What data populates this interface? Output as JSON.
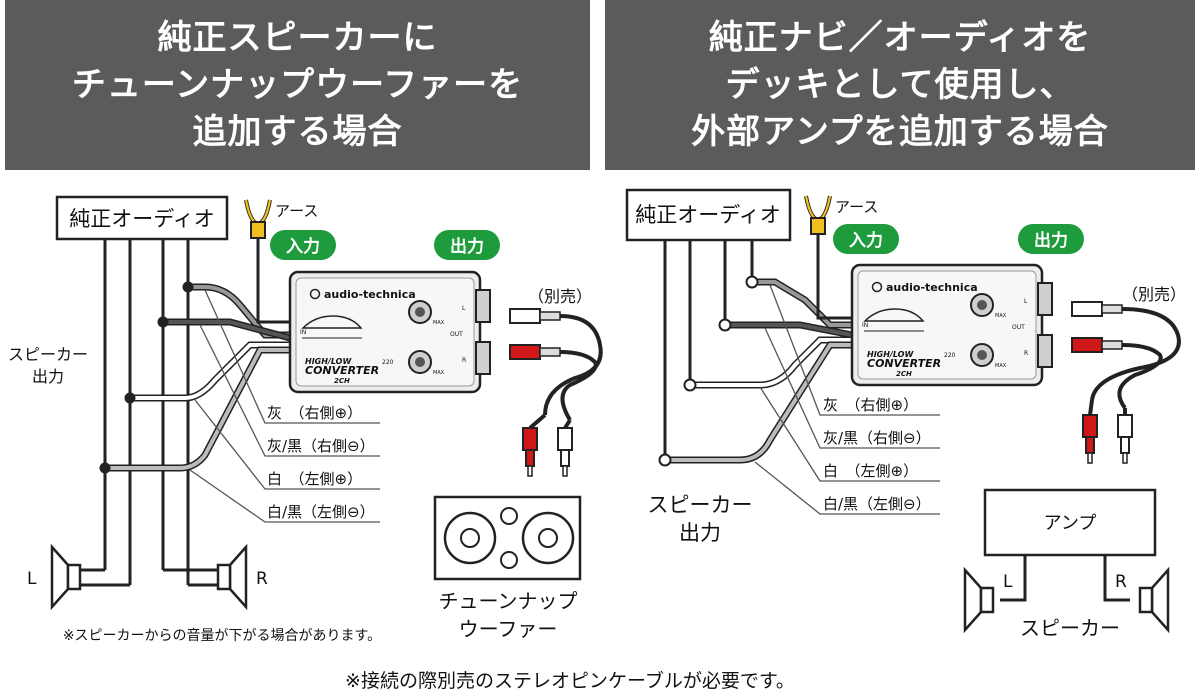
{
  "panels": [
    {
      "title_lines": [
        "純正スピーカーに",
        "チューンナップウーファーを",
        "追加する場合"
      ],
      "source_box": "純正オーディオ",
      "ground_label": "アース",
      "input_badge": "入力",
      "output_badge": "出力",
      "sold_separately": "（別売）",
      "speaker_output_lines": [
        "スピーカー",
        "出力"
      ],
      "wire_labels": [
        "灰　（右側⊕）",
        "灰/黒（右側⊖）",
        "白　（左側⊕）",
        "白/黒（左側⊖）"
      ],
      "speaker_left": "L",
      "speaker_right": "R",
      "subwoofer_lines": [
        "チューンナップ",
        "ウーファー"
      ],
      "footnote": "※スピーカーからの音量が下がる場合があります。"
    },
    {
      "title_lines": [
        "純正ナビ／オーディオを",
        "デッキとして使用し、",
        "外部アンプを追加する場合"
      ],
      "source_box": "純正オーディオ",
      "ground_label": "アース",
      "input_badge": "入力",
      "output_badge": "出力",
      "sold_separately": "（別売）",
      "speaker_output_lines": [
        "スピーカー",
        "出力"
      ],
      "wire_labels": [
        "灰　（右側⊕）",
        "灰/黒（右側⊖）",
        "白　（左側⊕）",
        "白/黒（左側⊖）"
      ],
      "amp_box": "アンプ",
      "speaker_left": "L",
      "speaker_right": "R",
      "speakers_label": "スピーカー"
    }
  ],
  "converter": {
    "brand": "audio-technica",
    "model_lines": [
      "HIGH/LOW",
      "CONVERTER",
      "2CH"
    ],
    "model_number": "220",
    "in_label": "IN",
    "out_label": "OUT",
    "max_label": "MAX",
    "ch_left": "L",
    "ch_right": "R"
  },
  "bottom_note": "※接続の際別売のステレオピンケーブルが必要です。",
  "colors": {
    "header_bg": "#5b5b5b",
    "badge_green": "#1e9b3c",
    "rca_red": "#d01818",
    "ground_yellow": "#f0c020"
  }
}
